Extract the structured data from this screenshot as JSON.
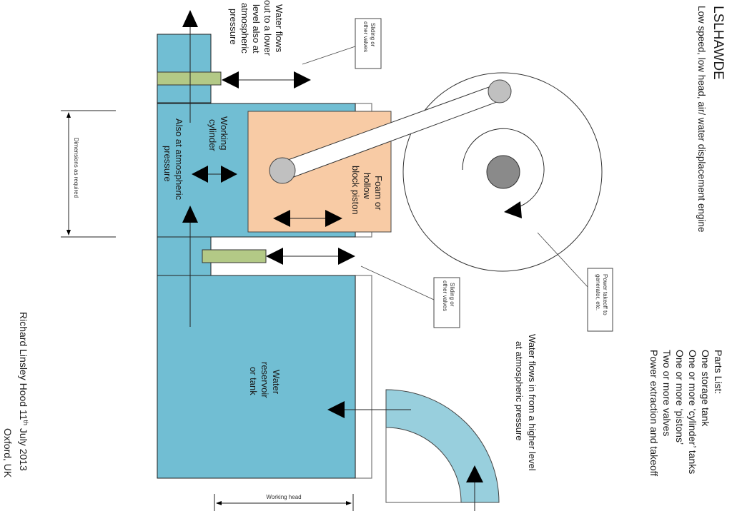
{
  "title": "LSLHAWDE",
  "subtitle": "Low speed, low head, air/ water displacement engine",
  "parts_list": {
    "heading": "Parts List:",
    "items": [
      "One storage tank",
      "One or more ‘cylinder’ tanks",
      "One or more ‘pistons’",
      "Two or more valves",
      "Power extraction and takeoff"
    ]
  },
  "labels": {
    "outflow": [
      "Water flows",
      "out to a lower",
      "level also at",
      "atmospheric",
      "pressure"
    ],
    "valve_top": [
      "Sliding or",
      "other valves"
    ],
    "valve_bottom": [
      "Sliding or",
      "other valves"
    ],
    "cylinder": [
      "Working",
      "cylinder"
    ],
    "cylinder_pressure": [
      "Also at atmospheric",
      "pressure"
    ],
    "piston": [
      "Foam or",
      "hollow",
      "block piston"
    ],
    "dimensions": "Dimensions as required",
    "power_takeoff": [
      "Power takeoff to",
      "generator, etc."
    ],
    "inflow": [
      "Water flows in from a higher level",
      "at atmospheric pressure"
    ],
    "reservoir": [
      "Water",
      "reservoir",
      "or tank"
    ],
    "working_head": "Working head"
  },
  "credit": {
    "line1_name": "Richard Linsley Hood 11",
    "line1_sup": "th",
    "line1_date": " July 2013",
    "line2": "Oxford, UK"
  },
  "colors": {
    "water": "#71bed3",
    "inlet_water": "#98cfdd",
    "valve": "#b3c986",
    "piston": "#f8cba5",
    "crank_pin": "#c0c0c0",
    "shaft": "#8a8a8a"
  }
}
